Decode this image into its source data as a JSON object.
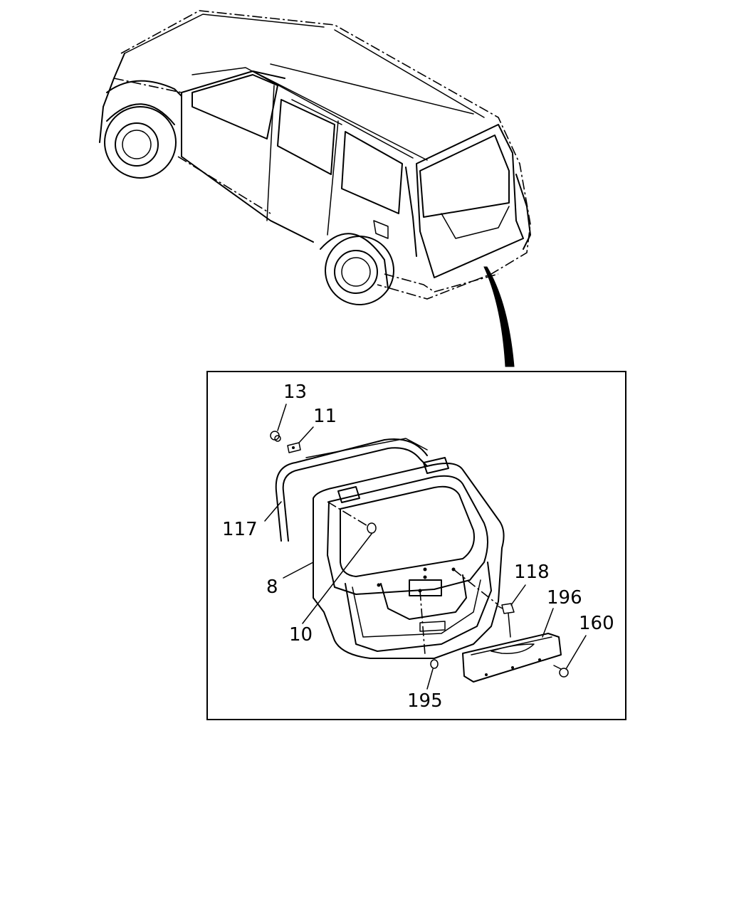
{
  "callouts": [
    {
      "id": "label-13",
      "text": "13"
    },
    {
      "id": "label-11",
      "text": "11"
    },
    {
      "id": "label-117",
      "text": "117"
    },
    {
      "id": "label-8",
      "text": "8"
    },
    {
      "id": "label-10",
      "text": "10"
    },
    {
      "id": "label-118",
      "text": "118"
    },
    {
      "id": "label-196",
      "text": "196"
    },
    {
      "id": "label-160",
      "text": "160"
    },
    {
      "id": "label-195",
      "text": "195"
    }
  ]
}
